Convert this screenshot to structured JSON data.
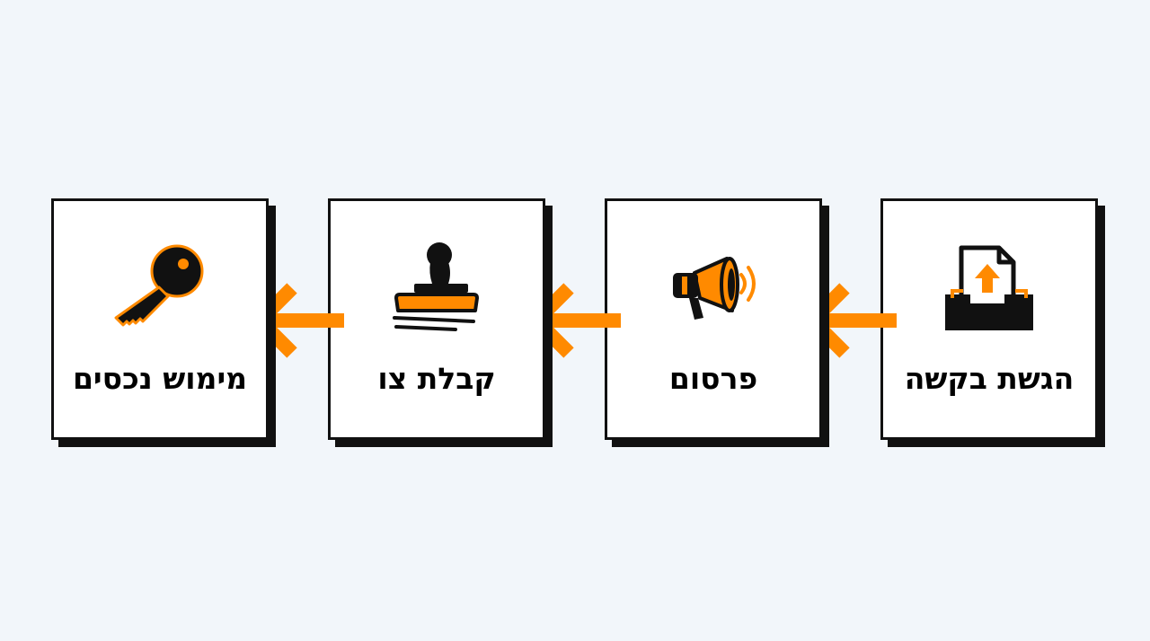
{
  "colors": {
    "accent": "#ff8a00",
    "ink": "#111111",
    "card": "#ffffff",
    "background": "#f2f6fa"
  },
  "steps": [
    {
      "label": "הגשת בקשה",
      "icon": "inbox-upload-icon"
    },
    {
      "label": "פרסום",
      "icon": "megaphone-icon"
    },
    {
      "label": "קבלת צו",
      "icon": "stamp-icon"
    },
    {
      "label": "מימוש נכסים",
      "icon": "key-icon"
    }
  ],
  "flow_direction": "right-to-left"
}
